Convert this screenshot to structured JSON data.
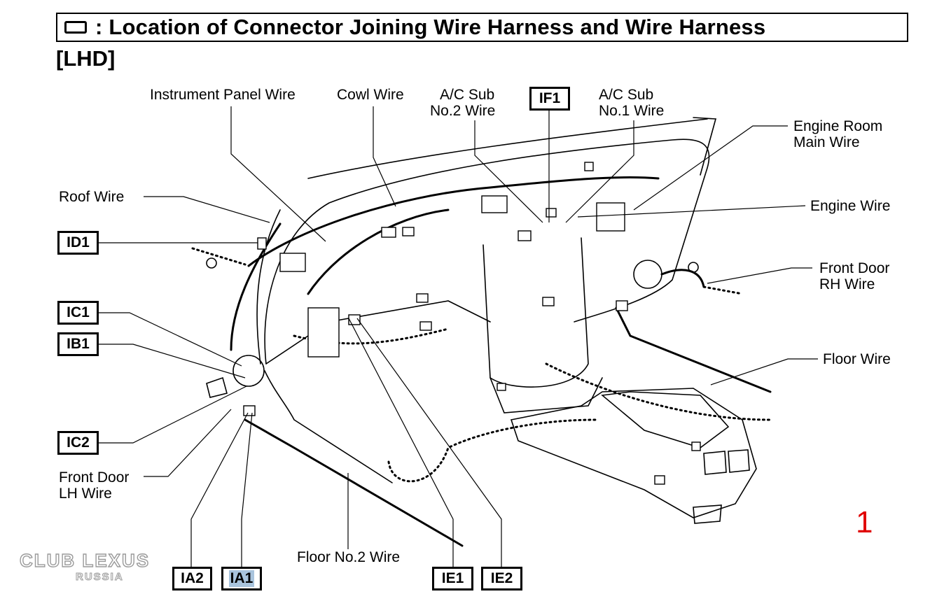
{
  "header": {
    "title": ": Location of Connector Joining Wire Harness and Wire Harness",
    "subtitle": "[LHD]"
  },
  "labels": {
    "instrument_panel_wire": "Instrument Panel Wire",
    "cowl_wire": "Cowl Wire",
    "ac_sub_no2_line1": "A/C Sub",
    "ac_sub_no2_line2": "No.2 Wire",
    "ac_sub_no1_line1": "A/C Sub",
    "ac_sub_no1_line2": "No.1 Wire",
    "engine_room_line1": "Engine Room",
    "engine_room_line2": "Main Wire",
    "roof_wire": "Roof Wire",
    "engine_wire": "Engine Wire",
    "front_door_rh_line1": "Front Door",
    "front_door_rh_line2": "RH Wire",
    "floor_wire": "Floor Wire",
    "front_door_lh_line1": "Front Door",
    "front_door_lh_line2": "LH Wire",
    "floor_no2_wire": "Floor No.2 Wire"
  },
  "connectors": {
    "if1": "IF1",
    "id1": "ID1",
    "ic1": "IC1",
    "ib1": "IB1",
    "ic2": "IC2",
    "ia2": "IA2",
    "ia1": "IA1",
    "ie1": "IE1",
    "ie2": "IE2"
  },
  "page_number": "1",
  "watermark": {
    "line1": "CLUB LEXUS",
    "line2": "RUSSIA"
  },
  "colors": {
    "highlight": "#a9c4dd",
    "page_number": "#e00000"
  }
}
